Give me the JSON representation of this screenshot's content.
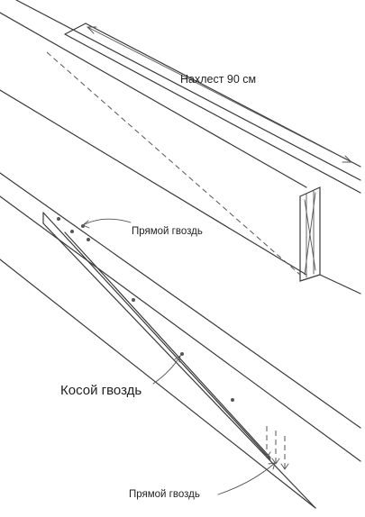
{
  "labels": {
    "overlap": "Нахлест 90 см",
    "straight_nail_top": "Прямой гвоздь",
    "oblique_nail": "Косой гвоздь",
    "straight_nail_bottom": "Прямой гвоздь"
  }
}
